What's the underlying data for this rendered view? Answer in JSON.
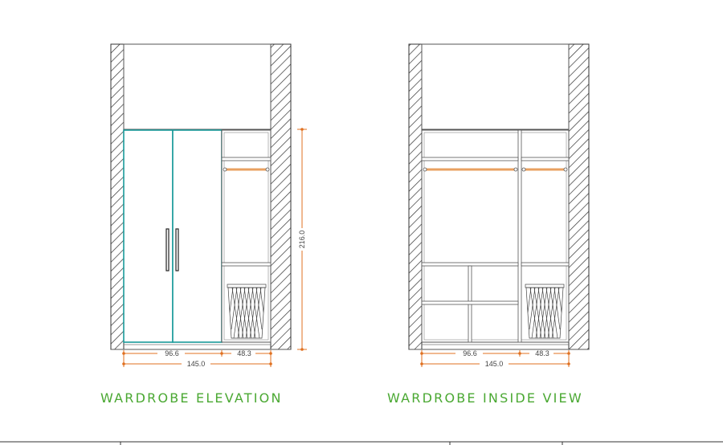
{
  "colors": {
    "title": "#4aa832",
    "door": "#1a9a9a",
    "dimension": "#e07020",
    "rod": "#e8a060",
    "line": "#555555"
  },
  "elevation": {
    "title": "WARDROBE ELEVATION",
    "dims": {
      "left_width": "96.6",
      "right_width": "48.3",
      "total_width": "145.0",
      "height": "216.0"
    }
  },
  "inside": {
    "title": "WARDROBE INSIDE VIEW",
    "dims": {
      "left_width": "96.6",
      "right_width": "48.3",
      "total_width": "145.0"
    }
  }
}
